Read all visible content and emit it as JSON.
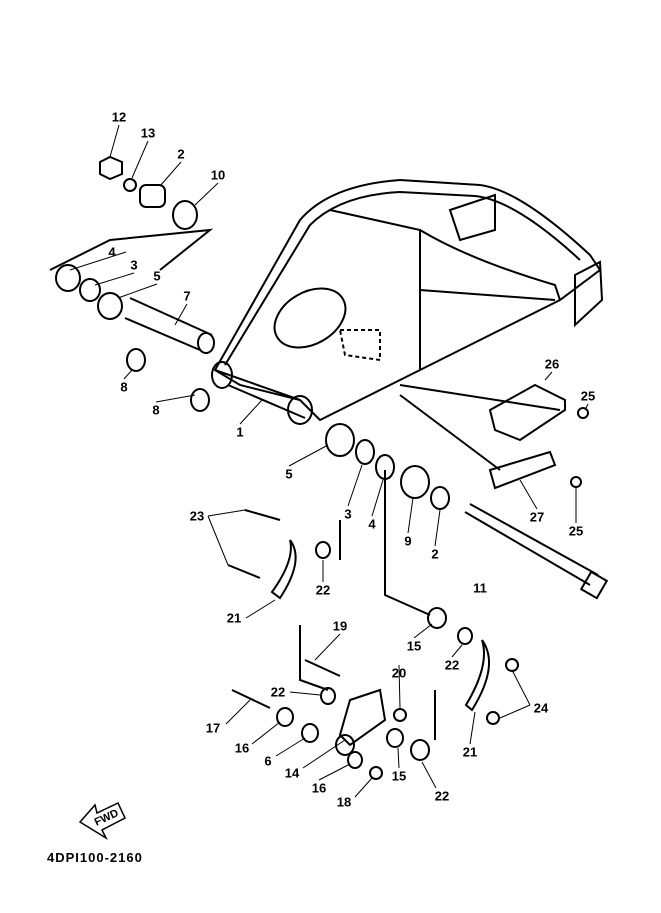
{
  "diagram": {
    "part_code": "4DPI100-2160",
    "fwd_label": "FWD",
    "callouts": [
      "12",
      "13",
      "2",
      "10",
      "4",
      "3",
      "5",
      "7",
      "8",
      "8",
      "1",
      "5",
      "3",
      "4",
      "9",
      "2",
      "26",
      "25",
      "27",
      "25",
      "23",
      "22",
      "21",
      "11",
      "19",
      "15",
      "22",
      "20",
      "24",
      "17",
      "22",
      "16",
      "6",
      "14",
      "16",
      "18",
      "15",
      "22",
      "21"
    ]
  }
}
